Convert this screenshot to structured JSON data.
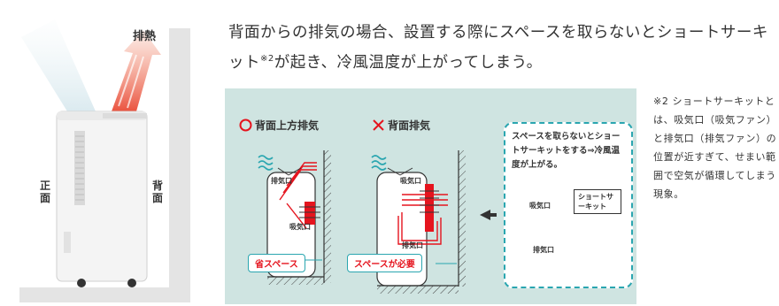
{
  "left_figure": {
    "exhaust_label": "排熱",
    "front_label": "正面",
    "back_label": "背面"
  },
  "headline": {
    "text_before": "背面からの排気の場合、設置する際にスペースを取らないとショートサーキット",
    "superscript": "※2",
    "text_after": "が起き、冷風温度が上がってしまう。"
  },
  "panel": {
    "good": {
      "symbol": "circle-icon",
      "title": "背面上方排気",
      "outlet_label": "排気口",
      "inlet_label": "吸気口",
      "badge": "省スペース"
    },
    "bad": {
      "symbol": "cross-icon",
      "title": "背面排気",
      "inlet_label": "吸気口",
      "outlet_label": "排気口",
      "badge": "スペースが必要"
    },
    "callout": {
      "text": "スペースを取らないとショートサーキットをする⇒冷風温度が上がる。",
      "inlet_label": "吸気口",
      "outlet_label": "排気口",
      "short_circuit_label": "ショートサーキット"
    }
  },
  "footnote": "※2 ショートサーキットとは、吸気口（吸気ファン）と排気口（排気ファン）の位置が近すぎて、せまい範囲で空気が循環してしまう現象。",
  "colors": {
    "panel_bg": "#cfe4e1",
    "accent_red": "#e5141e",
    "teal": "#2aa6b0",
    "wall_gray": "#e4e4e4"
  }
}
